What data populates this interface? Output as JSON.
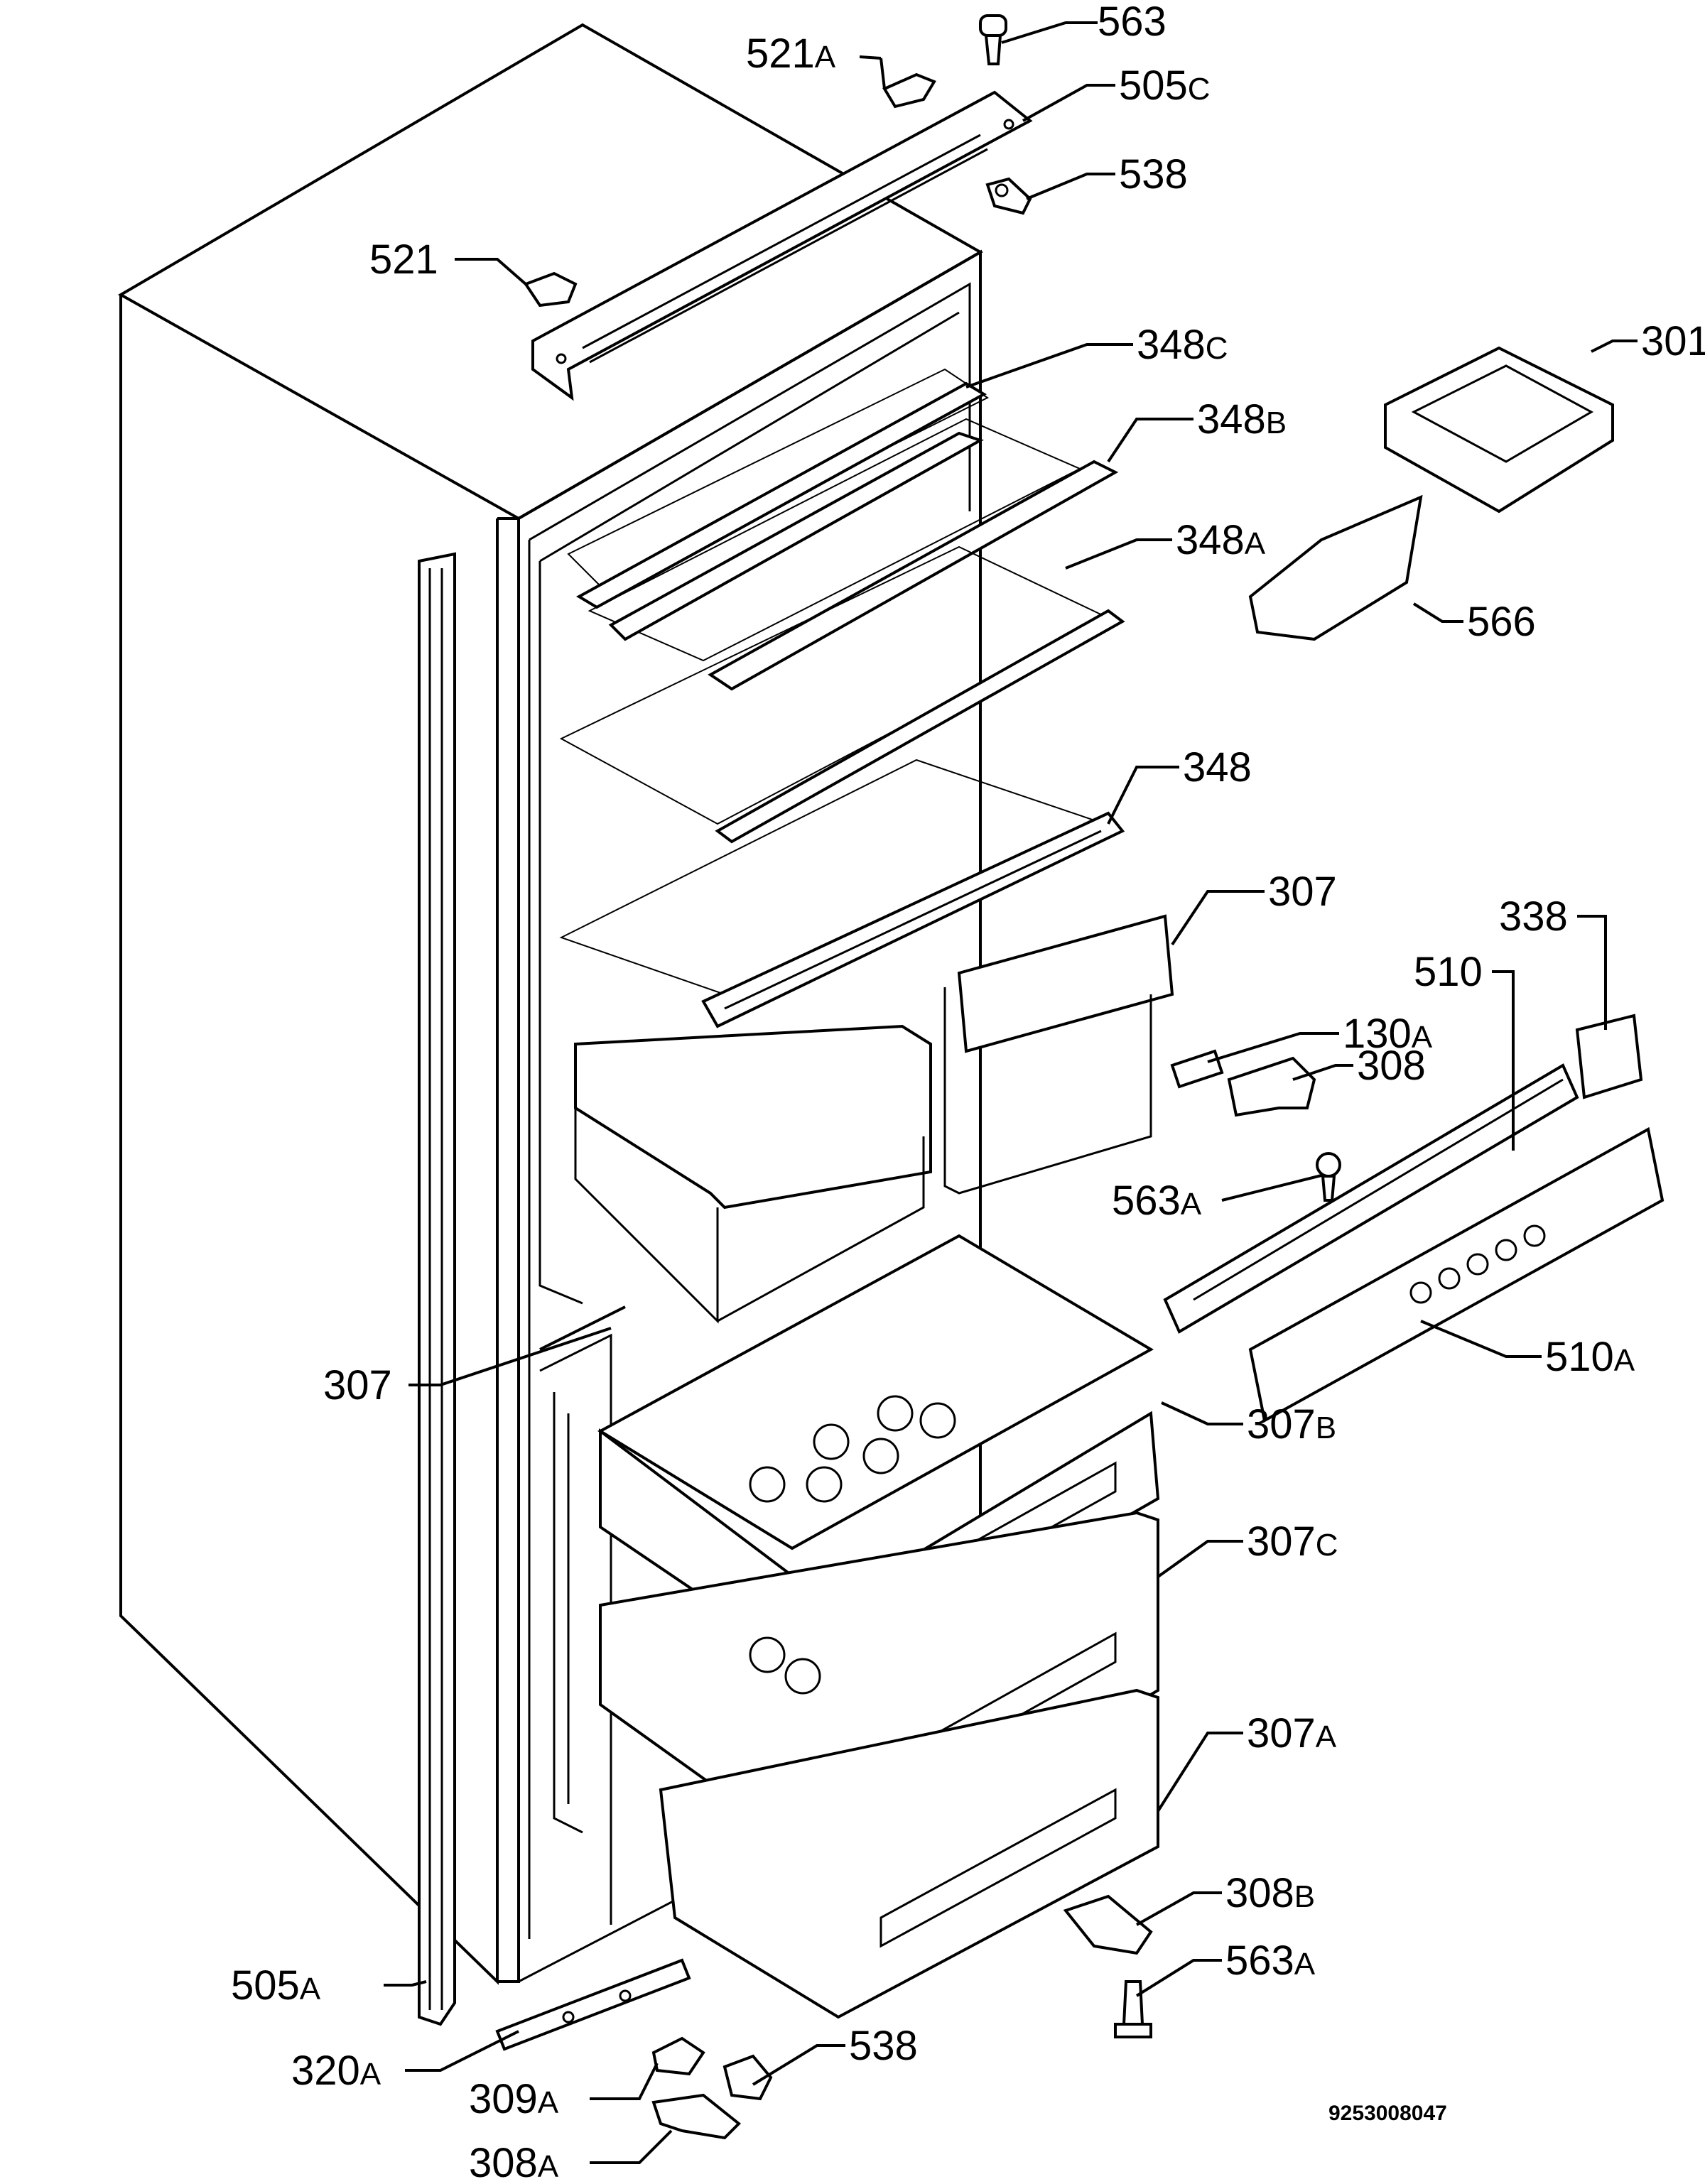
{
  "labels": [
    {
      "id": "563_top",
      "main": "563",
      "suffix": ""
    },
    {
      "id": "521a",
      "main": "521",
      "suffix": "A"
    },
    {
      "id": "505c",
      "main": "505",
      "suffix": "C"
    },
    {
      "id": "538_top",
      "main": "538",
      "suffix": ""
    },
    {
      "id": "521",
      "main": "521",
      "suffix": ""
    },
    {
      "id": "348c",
      "main": "348",
      "suffix": "C"
    },
    {
      "id": "301",
      "main": "301",
      "suffix": ""
    },
    {
      "id": "348b",
      "main": "348",
      "suffix": "B"
    },
    {
      "id": "348a",
      "main": "348",
      "suffix": "A"
    },
    {
      "id": "566",
      "main": "566",
      "suffix": ""
    },
    {
      "id": "348",
      "main": "348",
      "suffix": ""
    },
    {
      "id": "307_top",
      "main": "307",
      "suffix": ""
    },
    {
      "id": "338",
      "main": "338",
      "suffix": ""
    },
    {
      "id": "510",
      "main": "510",
      "suffix": ""
    },
    {
      "id": "130a",
      "main": "130",
      "suffix": "A"
    },
    {
      "id": "308",
      "main": "308",
      "suffix": ""
    },
    {
      "id": "563a_mid",
      "main": "563",
      "suffix": "A"
    },
    {
      "id": "307_left",
      "main": "307",
      "suffix": ""
    },
    {
      "id": "510a",
      "main": "510",
      "suffix": "A"
    },
    {
      "id": "307b",
      "main": "307",
      "suffix": "B"
    },
    {
      "id": "307c",
      "main": "307",
      "suffix": "C"
    },
    {
      "id": "307a",
      "main": "307",
      "suffix": "A"
    },
    {
      "id": "308b",
      "main": "308",
      "suffix": "B"
    },
    {
      "id": "563a_bot",
      "main": "563",
      "suffix": "A"
    },
    {
      "id": "505a",
      "main": "505",
      "suffix": "A"
    },
    {
      "id": "320a",
      "main": "320",
      "suffix": "A"
    },
    {
      "id": "538_bot",
      "main": "538",
      "suffix": ""
    },
    {
      "id": "309a",
      "main": "309",
      "suffix": "A"
    },
    {
      "id": "308a",
      "main": "308",
      "suffix": "A"
    }
  ],
  "drawing_code": "9253008047"
}
